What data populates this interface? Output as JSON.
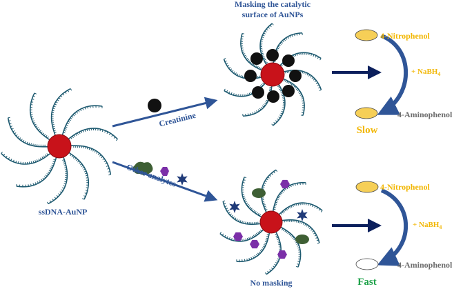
{
  "labels": {
    "masking_title_line1": "Masking the catalytic",
    "masking_title_line2": "surface of AuNPs",
    "creatinine": "Creatinine",
    "other_analytes": "Other analytes",
    "ssdna_aunp": "ssDNA-AuNP",
    "no_masking": "No masking",
    "nitrophenol_top": "4-Nitrophenol",
    "aminophenol_top": "4-Aminophenol",
    "nabh4_top_prefix": "+ NaBH",
    "nabh4_top_sub": "4",
    "slow": "Slow",
    "nitrophenol_bottom": "4-Nitrophenol",
    "aminophenol_bottom": "4-Aminophenol",
    "nabh4_bottom_prefix": "+ NaBH",
    "nabh4_bottom_sub": "4",
    "fast": "Fast"
  },
  "colors": {
    "gold_core": "#c8121a",
    "dna_strand": "#1e5a70",
    "creatinine": "#111111",
    "arrow_blue": "#2f5597",
    "arrow_dark": "#0b1f5c",
    "hexagon": "#7b2fa8",
    "star": "#1f3a78",
    "blob": "#3e5f34",
    "nitrophenol_fill": "#f6cf57",
    "aminophenol_fill": "#f6cf57",
    "aminophenol_fast_fill": "#ffffff",
    "slow_text": "#f2b705",
    "fast_text": "#1fa24a",
    "gray_text": "#6e6e6e",
    "label_blue": "#2f5597"
  }
}
